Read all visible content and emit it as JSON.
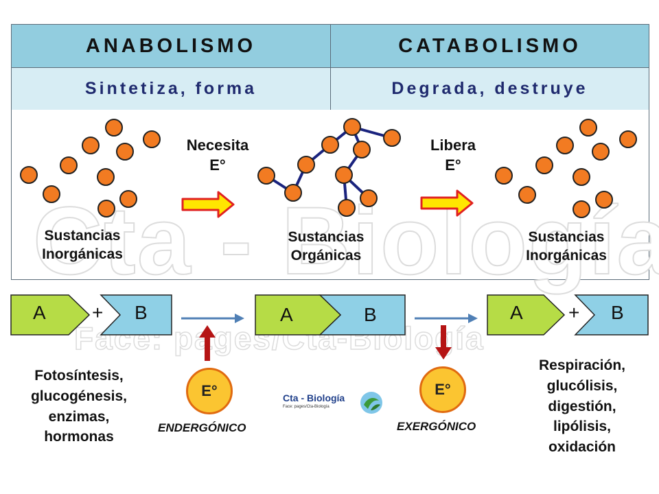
{
  "header": {
    "anabolismo": "ANABOLISMO",
    "catabolismo": "CATABOLISMO",
    "anabolismo_desc": "Sintetiza, forma",
    "catabolismo_desc": "Degrada, destruye"
  },
  "panel": {
    "necesita": "Necesita",
    "necesita_e": "E°",
    "libera": "Libera",
    "libera_e": "E°",
    "left_label_1": "Sustancias",
    "left_label_2": "Inorgánicas",
    "center_label_1": "Sustancias",
    "center_label_2": "Orgánicas",
    "right_label_1": "Sustancias",
    "right_label_2": "Inorgánicas"
  },
  "watermark": {
    "main": "Cta - Biología",
    "face": "Face:   pages/Cta-Biología"
  },
  "reaction": {
    "a": "A",
    "b": "B",
    "plus": "+"
  },
  "energy": {
    "symbol": "E°",
    "endergonico": "ENDERGÓNICO",
    "exergonico": "EXERGÓNICO"
  },
  "logo": {
    "name": "Cta - Biología",
    "sub": "Face:   pages/Cta-Biología"
  },
  "anabolic_examples": [
    "Fotosíntesis,",
    "glucogénesis,",
    "enzimas,",
    "hormonas"
  ],
  "catabolic_examples": [
    "Respiración,",
    "glucólisis,",
    "digestión,",
    "lipólisis,",
    "oxidación"
  ],
  "colors": {
    "header_dark": "#92cddf",
    "header_light": "#d7edf4",
    "molecule": "#f27b22",
    "bond": "#1a237e",
    "block_a": "#b6dc46",
    "block_b": "#8fd0e6",
    "arrow_fill": "#ffe600",
    "arrow_border": "#e02020",
    "energy_arrow": "#b51414",
    "reaction_arrow": "#4f7fb5"
  }
}
